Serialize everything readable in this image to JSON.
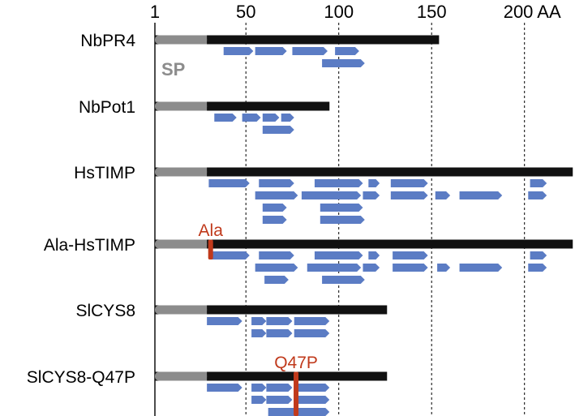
{
  "axis": {
    "ticks": [
      {
        "value": 1,
        "label": "1"
      },
      {
        "value": 50,
        "label": "50"
      },
      {
        "value": 100,
        "label": "100"
      },
      {
        "value": 150,
        "label": "150"
      },
      {
        "value": 200,
        "label": "200 AA"
      }
    ],
    "dashed_at": [
      50,
      100,
      150,
      200
    ]
  },
  "colors": {
    "protein_bar": "#111111",
    "signal_peptide": "#8c8c8c",
    "peptide": "#5b7cc4",
    "mutation": "#c0391b",
    "gridline": "#000000"
  },
  "sp_label": "SP",
  "proteins": [
    {
      "name": "NbPR4",
      "length": 154,
      "sp_end": 29,
      "peptide_rows": [
        [
          [
            38,
            54
          ],
          [
            55,
            72
          ],
          [
            75,
            94
          ],
          [
            98,
            111
          ]
        ],
        [
          [
            91,
            114
          ]
        ]
      ]
    },
    {
      "name": "NbPot1",
      "length": 95,
      "sp_end": 29,
      "peptide_rows": [
        [
          [
            33,
            45
          ],
          [
            48,
            58
          ],
          [
            59,
            68
          ],
          [
            69,
            76
          ]
        ],
        [
          [
            59,
            76
          ]
        ]
      ]
    },
    {
      "name": "HsTIMP",
      "length": 226,
      "sp_end": 29,
      "peptide_rows": [
        [
          [
            30,
            52
          ],
          [
            57,
            76
          ],
          [
            87,
            113
          ],
          [
            116,
            122
          ],
          [
            128,
            148
          ],
          [
            203,
            212
          ]
        ],
        [
          [
            55,
            78
          ],
          [
            80,
            112
          ],
          [
            113,
            122
          ],
          [
            128,
            148
          ],
          [
            152,
            160
          ],
          [
            165,
            188
          ],
          [
            202,
            212
          ]
        ],
        [
          [
            59,
            72
          ],
          [
            90,
            113
          ]
        ],
        [
          [
            59,
            72
          ],
          [
            90,
            114
          ]
        ]
      ]
    },
    {
      "name": "Ala-HsTIMP",
      "length": 226,
      "sp_end": 29,
      "mutation": {
        "pos": 31,
        "label": "Ala"
      },
      "peptide_rows": [
        [
          [
            31,
            52
          ],
          [
            57,
            76
          ],
          [
            87,
            113
          ],
          [
            116,
            122
          ],
          [
            129,
            148
          ],
          [
            203,
            212
          ]
        ],
        [
          [
            55,
            78
          ],
          [
            83,
            112
          ],
          [
            113,
            122
          ],
          [
            129,
            148
          ],
          [
            153,
            160
          ],
          [
            165,
            188
          ],
          [
            202,
            212
          ]
        ],
        [
          [
            60,
            73
          ],
          [
            91,
            114
          ]
        ]
      ]
    },
    {
      "name": "SlCYS8",
      "length": 126,
      "sp_end": 29,
      "peptide_rows": [
        [
          [
            29,
            48
          ],
          [
            53,
            61
          ],
          [
            61,
            75
          ],
          [
            76,
            95
          ]
        ],
        [
          [
            53,
            61
          ],
          [
            61,
            75
          ],
          [
            76,
            95
          ]
        ]
      ]
    },
    {
      "name": "SlCYS8-Q47P",
      "length": 126,
      "sp_end": 29,
      "mutation": {
        "pos": 77,
        "label": "Q47P"
      },
      "peptide_rows": [
        [
          [
            29,
            48
          ],
          [
            53,
            61
          ],
          [
            61,
            75
          ],
          [
            76,
            95
          ]
        ],
        [
          [
            53,
            61
          ],
          [
            61,
            75
          ],
          [
            76,
            95
          ]
        ],
        [
          [
            62,
            95
          ]
        ]
      ]
    }
  ]
}
